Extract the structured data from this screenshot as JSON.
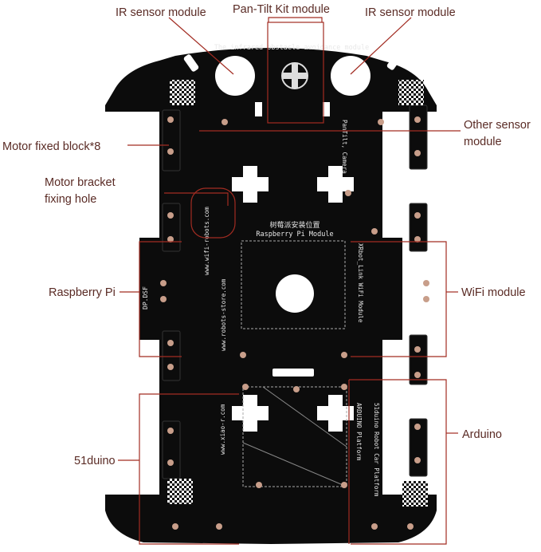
{
  "labels": {
    "ir_left": "IR sensor module",
    "pan_tilt": "Pan-Tilt Kit module",
    "ir_right": "IR sensor module",
    "motor_block": "Motor fixed block*8",
    "other_sensor_1": "Other sensor",
    "other_sensor_2": "module",
    "motor_bracket_1": "Motor bracket",
    "motor_bracket_2": "fixing hole",
    "raspberry": "Raspberry Pi",
    "wifi": "WiFi module",
    "arduino": "Arduino",
    "duino51": "51duino"
  },
  "board": {
    "header": "The infrared obstacle avoidance module",
    "rpi_cn": "树莓派安装位置",
    "rpi_en": "Raspberry Pi Module",
    "pan_tilt_en": "PanTilt, Camera",
    "wifi_en": "XRbot_Link WiFi Module",
    "url_1": "www.robots-store.com",
    "url_2": "www.wifi-robots.com",
    "url_3": "www.xiao-r.com",
    "dpdsf": "DP.DSF",
    "arduino_en": "ARDUINO Platform",
    "duino_en": "51duino Robot Car Platform"
  },
  "colors": {
    "board": "#0c0c0c",
    "leader": "#a22c22",
    "label": "#5a2b25",
    "pad": "#c89e8a"
  },
  "icons": {
    "qr": "qr-code-icon",
    "hole": "mounting-hole-icon"
  }
}
